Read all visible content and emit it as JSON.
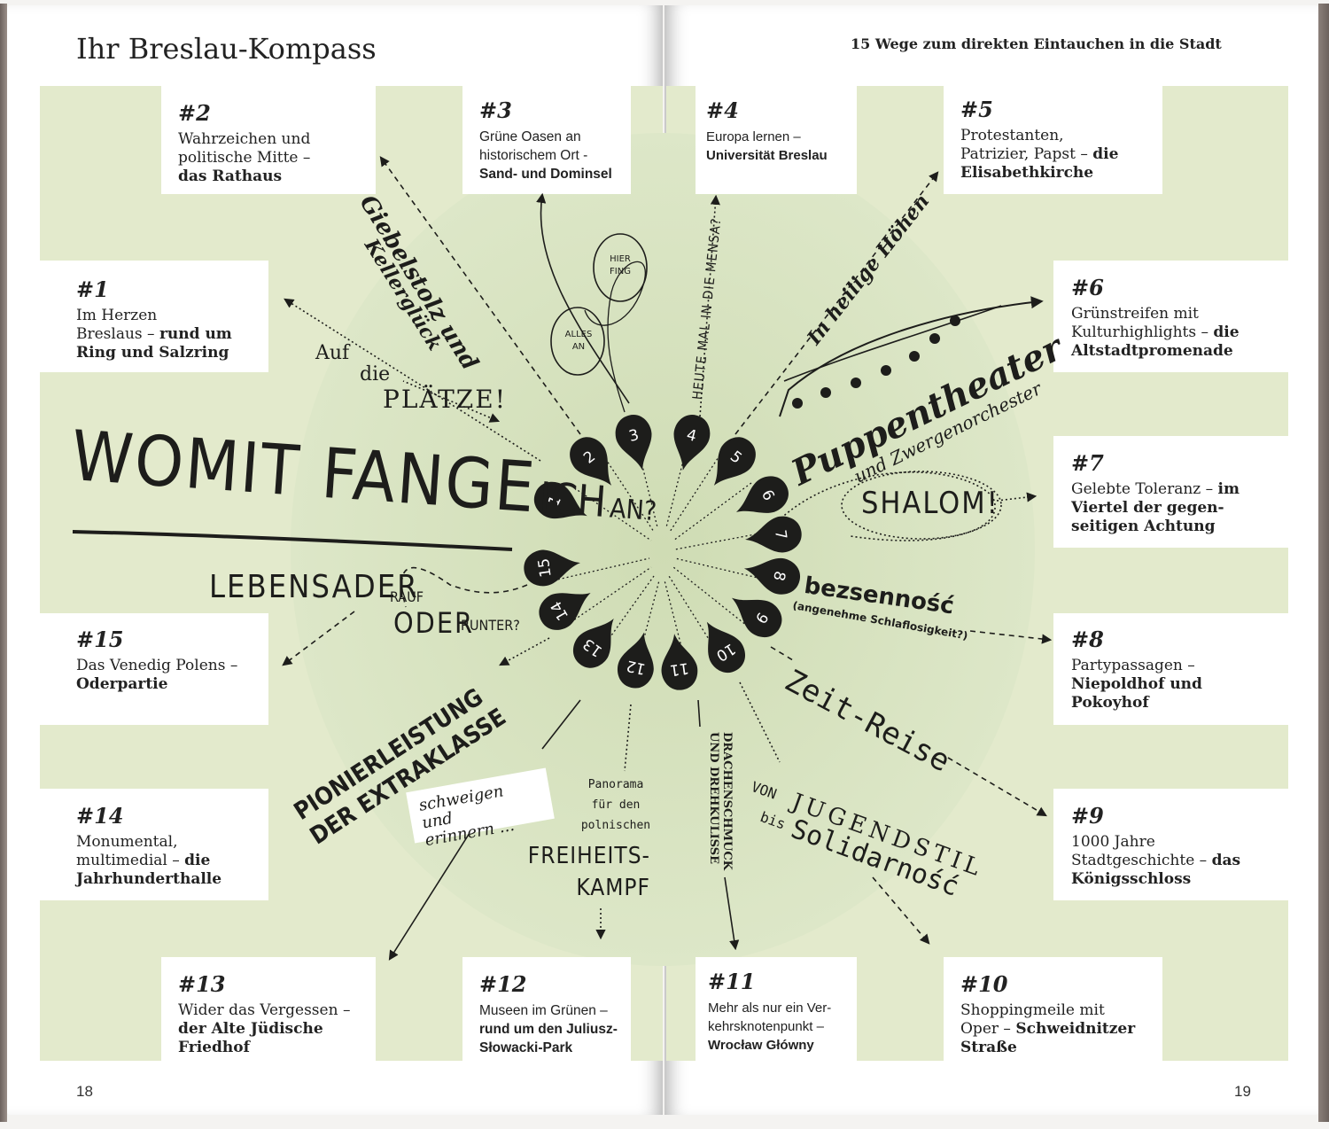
{
  "header": {
    "left_title": "Ihr Breslau-Kompass",
    "right_subtitle": "15 Wege zum direkten Eintauchen in die Stadt"
  },
  "page_numbers": {
    "left": "18",
    "right": "19"
  },
  "colors": {
    "band": "#e3eacc",
    "hub": "#dbe6c5",
    "ink": "#1d1d1b",
    "paper": "#ffffff"
  },
  "headline": {
    "part1": "WOMIT FANGE",
    "part2": "ICH",
    "part3": "AN?"
  },
  "boxes": [
    {
      "num": "#1",
      "lines": [
        "Im Herzen",
        "Breslaus – "
      ],
      "bold": [
        "rund um",
        "Ring und Salzring"
      ]
    },
    {
      "num": "#2",
      "lines": [
        "Wahrzeichen und",
        "politische Mitte –"
      ],
      "bold": [
        "das Rathaus"
      ]
    },
    {
      "num": "#3",
      "lines": [
        "Grüne Oasen an",
        "historischem Ort -"
      ],
      "bold": [
        "Sand- und Dominsel"
      ]
    },
    {
      "num": "#4",
      "lines": [
        "Europa lernen –"
      ],
      "bold": [
        "Universität Breslau"
      ]
    },
    {
      "num": "#5",
      "lines": [
        "Protestanten,",
        "Patrizier, Papst – "
      ],
      "bold": [
        "die",
        "Elisabethkirche"
      ]
    },
    {
      "num": "#6",
      "lines": [
        "Grünstreifen mit",
        "Kulturhighlights – "
      ],
      "bold": [
        "die",
        "Altstadtpromenade"
      ]
    },
    {
      "num": "#7",
      "lines": [
        "Gelebte Toleranz – "
      ],
      "bold": [
        "im",
        "Viertel der gegen-",
        "seitigen Achtung"
      ]
    },
    {
      "num": "#8",
      "lines": [
        "Partypassagen –"
      ],
      "bold": [
        "Niepoldhof und",
        "Pokoyhof"
      ]
    },
    {
      "num": "#9",
      "lines": [
        "1000 Jahre",
        "Stadtgeschichte – "
      ],
      "bold": [
        "das",
        "Königsschloss"
      ]
    },
    {
      "num": "#10",
      "lines": [
        "Shoppingmeile mit",
        "Oper – "
      ],
      "bold": [
        "Schweidnitzer",
        "Straße"
      ]
    },
    {
      "num": "#11",
      "lines": [
        "Mehr als nur ein Ver-",
        "kehrsknotenpunkt –"
      ],
      "bold": [
        "Wrocław Główny"
      ]
    },
    {
      "num": "#12",
      "lines": [
        "Museen im Grünen –"
      ],
      "bold": [
        "rund um den Juliusz-",
        "Słowacki-Park"
      ]
    },
    {
      "num": "#13",
      "lines": [
        "Wider das Vergessen –"
      ],
      "bold": [
        "der Alte Jüdische",
        "Friedhof"
      ]
    },
    {
      "num": "#14",
      "lines": [
        "Monumental,",
        "multimedial – "
      ],
      "bold": [
        "die",
        "Jahrhunderthalle"
      ]
    },
    {
      "num": "#15",
      "lines": [
        "Das Venedig Polens –"
      ],
      "bold": [
        "Oderpartie"
      ]
    }
  ],
  "pins": [
    "1",
    "2",
    "3",
    "4",
    "5",
    "6",
    "7",
    "8",
    "9",
    "10",
    "11",
    "12",
    "13",
    "14",
    "15"
  ],
  "phrases": {
    "giebelstolz": "Giebelstolz und",
    "kellerglueck": "Kellerglück",
    "hier": "HIER",
    "fing": "FING",
    "alles": "ALLES",
    "an": "AN",
    "auf": "Auf",
    "die": "die",
    "plaetze": "PLÄTZE!",
    "mensa": "HEUTE MAL IN DIE MENSA?",
    "hoehen": "In heilige Höhen",
    "puppen": "Puppentheater",
    "zwergen": "und Zwergenorchester",
    "shalom": "SHALOM!",
    "bez": "bezsenność",
    "schlaf": "(angenehme Schlaflosigkeit?)",
    "zeit": "Zeit-Reise",
    "von": "VON",
    "jugend": "JUGENDSTIL",
    "bis": "bis",
    "solid": "Solidarność",
    "drachen1": "DRACHENSCHMUCK",
    "drachen2": "UND DREHKULISSE",
    "panorama1": "Panorama",
    "panorama2": "für den",
    "panorama3": "polnischen",
    "freiheit1": "FREIHEITS-",
    "freiheit2": "KAMPF",
    "schweigen1": "schweigen und",
    "schweigen2": "erinnern ...",
    "pionier1": "PIONIERLEISTUNG",
    "pionier2": "DER EXTRAKLASSE",
    "lebensader": "LEBENSADER",
    "rauf": "RAUF",
    "oder": "ODER",
    "runter": "RUNTER?"
  }
}
